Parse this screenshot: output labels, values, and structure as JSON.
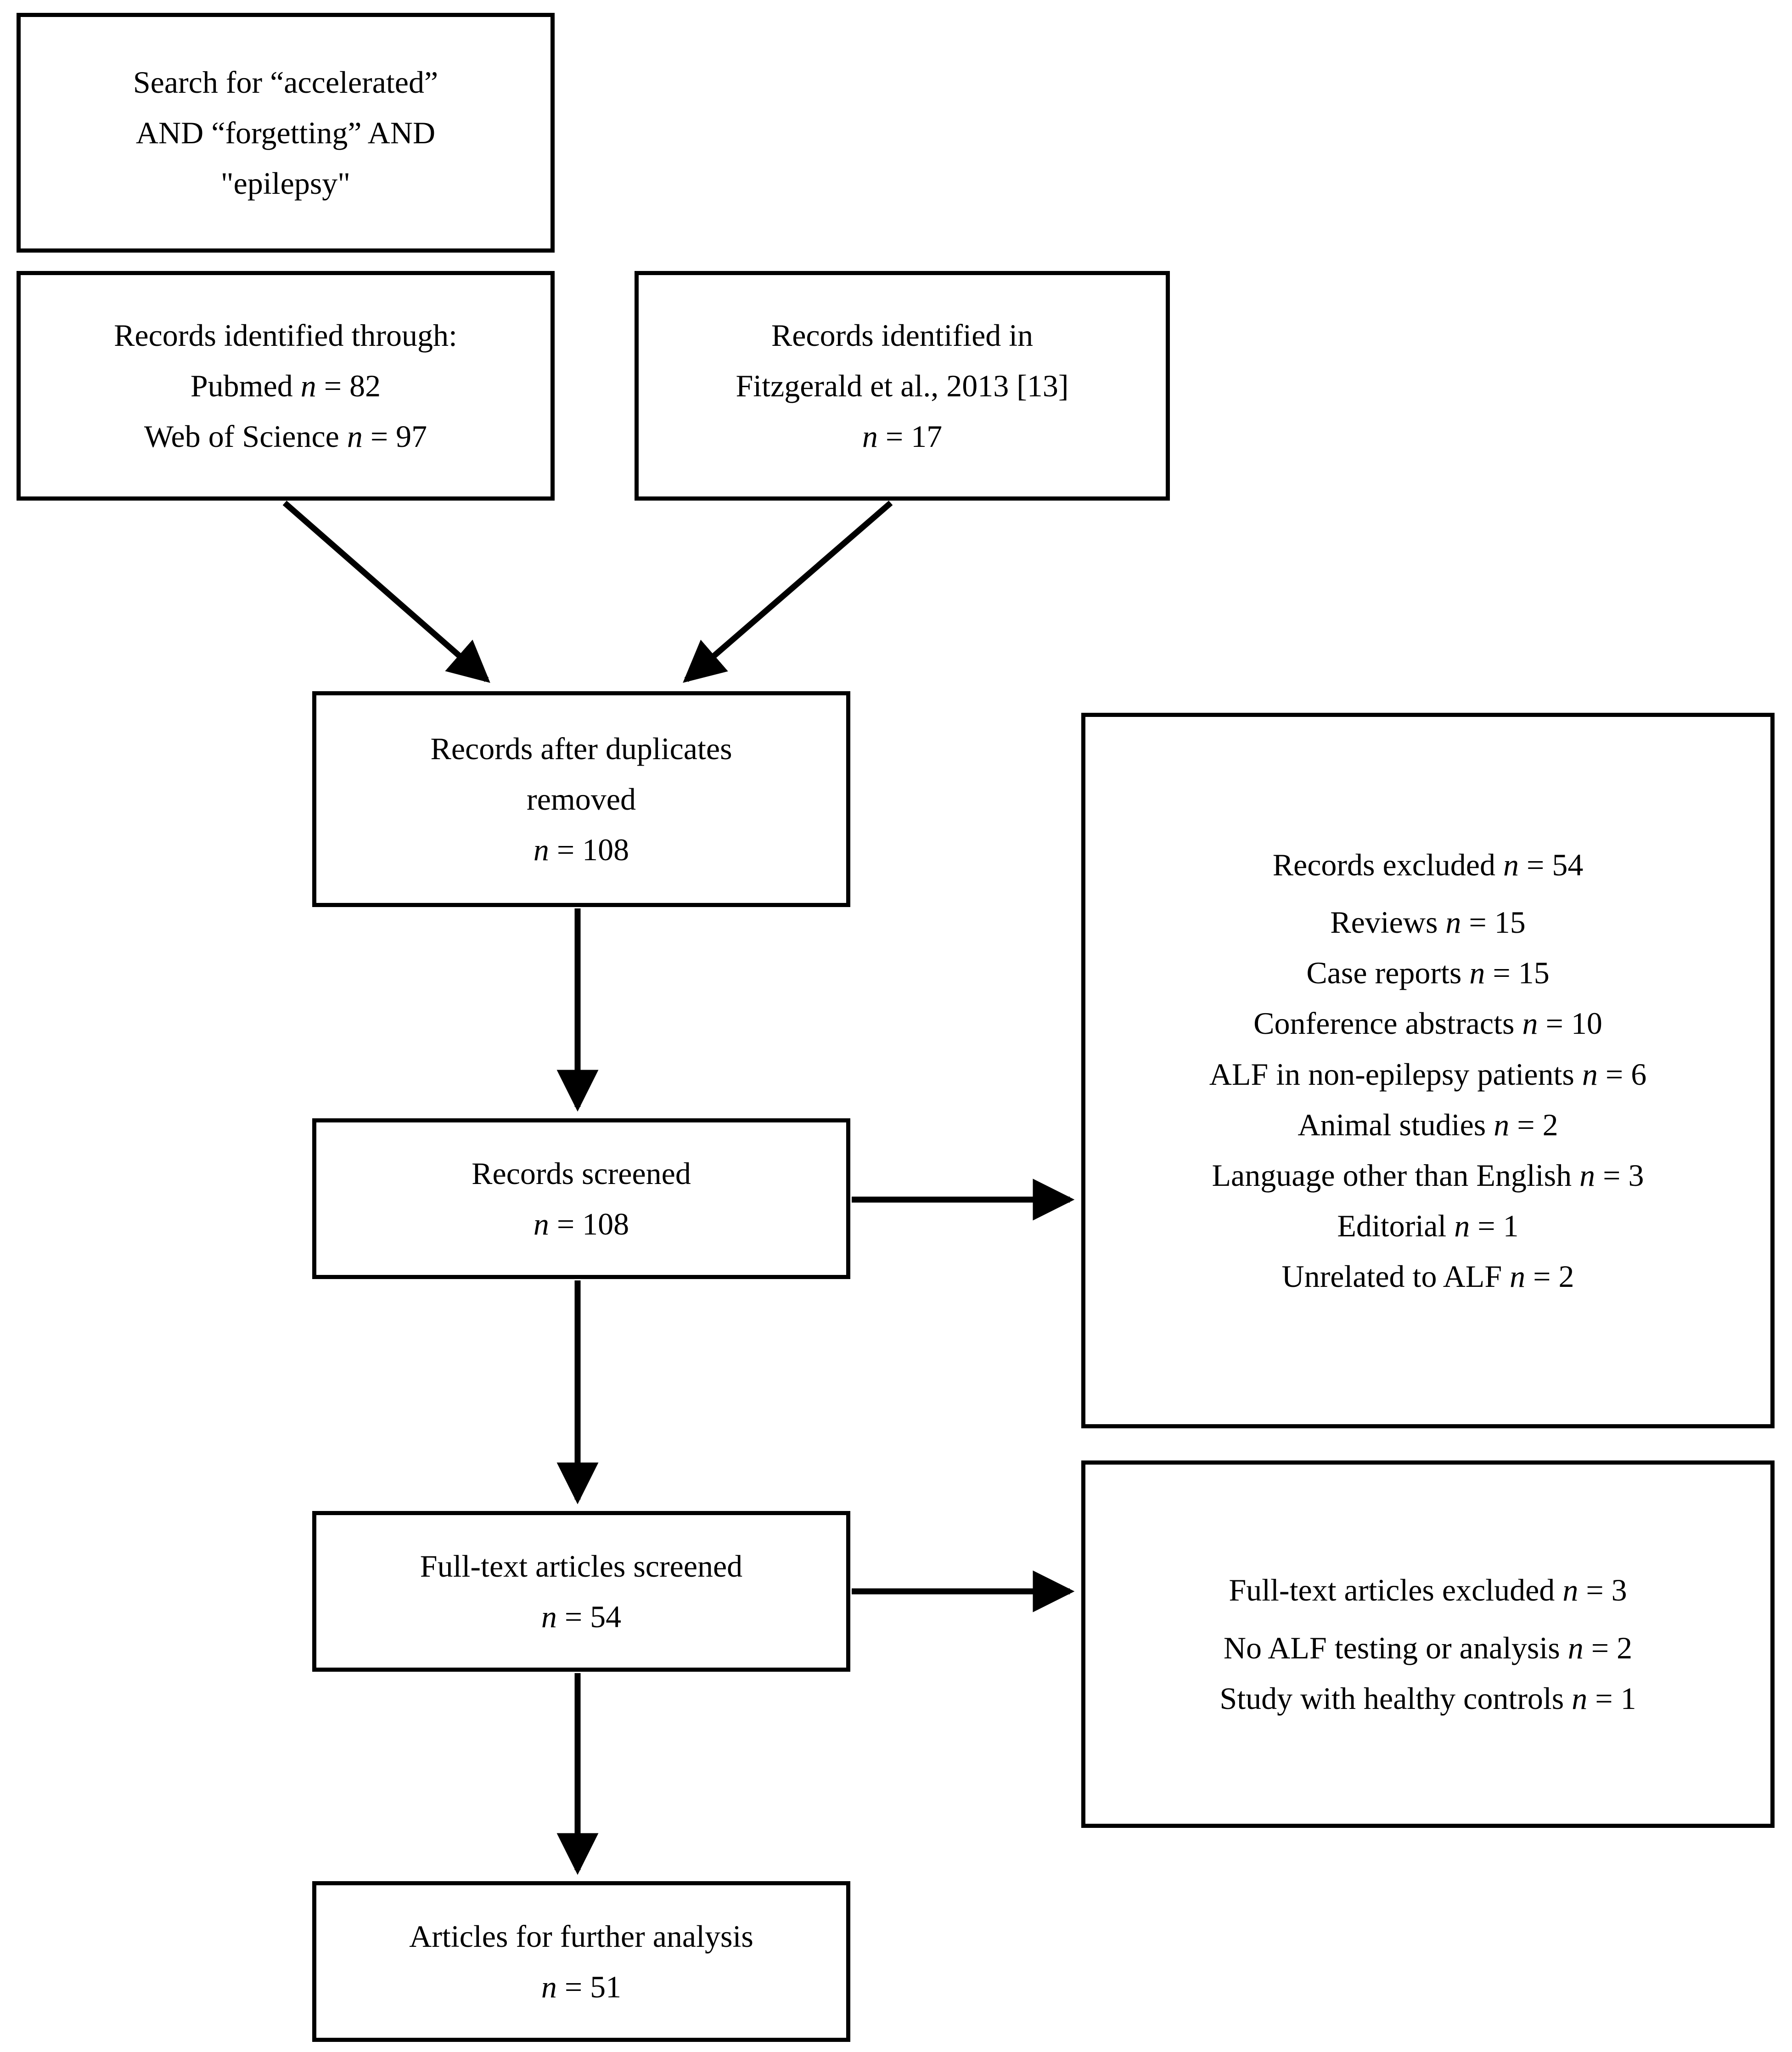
{
  "diagram": {
    "type": "prisma-flow-diagram",
    "nodes": {
      "search": {
        "name": "search-strategy",
        "lines": [
          "Search for “accelerated”",
          "AND “forgetting” AND",
          "\"epilepsy\""
        ]
      },
      "databases": {
        "name": "records-identified-databases",
        "lines": [
          "Records identified through:",
          "Pubmed n = 82",
          "Web of Science n = 97"
        ],
        "line1": "Records identified through:",
        "line2_label": "Pubmed",
        "line2_n": "82",
        "line3_label": "Web of Science",
        "line3_n": "97"
      },
      "fitzgerald": {
        "name": "records-identified-fitzgerald",
        "line1": "Records identified in",
        "line2": "Fitzgerald et al., 2013 [13]",
        "line3_n": "17"
      },
      "dedup": {
        "name": "records-after-duplicates-removed",
        "line1": "Records after duplicates",
        "line2": "removed",
        "n": "108"
      },
      "screened": {
        "name": "records-screened",
        "line1": "Records screened",
        "n": "108"
      },
      "excluded": {
        "name": "records-excluded",
        "heading_label": "Records excluded",
        "heading_n": "54",
        "reasons": [
          {
            "label": "Reviews",
            "n": "15"
          },
          {
            "label": "Case reports",
            "n": "15"
          },
          {
            "label": "Conference abstracts",
            "n": "10"
          },
          {
            "label": "ALF in non-epilepsy patients",
            "n": "6"
          },
          {
            "label": "Animal studies",
            "n": "2"
          },
          {
            "label": "Language other than English",
            "n": "3"
          },
          {
            "label": "Editorial",
            "n": "1"
          },
          {
            "label": "Unrelated to ALF",
            "n": "2"
          }
        ]
      },
      "fulltext": {
        "name": "full-text-articles-screened",
        "line1": "Full-text articles screened",
        "n": "54"
      },
      "fulltext_excluded": {
        "name": "full-text-articles-excluded",
        "heading_label": "Full-text articles excluded",
        "heading_n": "3",
        "reasons": [
          {
            "label": "No ALF testing or analysis",
            "n": "2"
          },
          {
            "label": "Study with healthy controls",
            "n": "1"
          }
        ]
      },
      "final": {
        "name": "articles-for-further-analysis",
        "line1": "Articles for further analysis",
        "n": "51"
      }
    },
    "symbols": {
      "n_italic": "n",
      "equals": "="
    },
    "colors": {
      "stroke": "#000000",
      "fill": "#ffffff",
      "text": "#000000"
    }
  }
}
